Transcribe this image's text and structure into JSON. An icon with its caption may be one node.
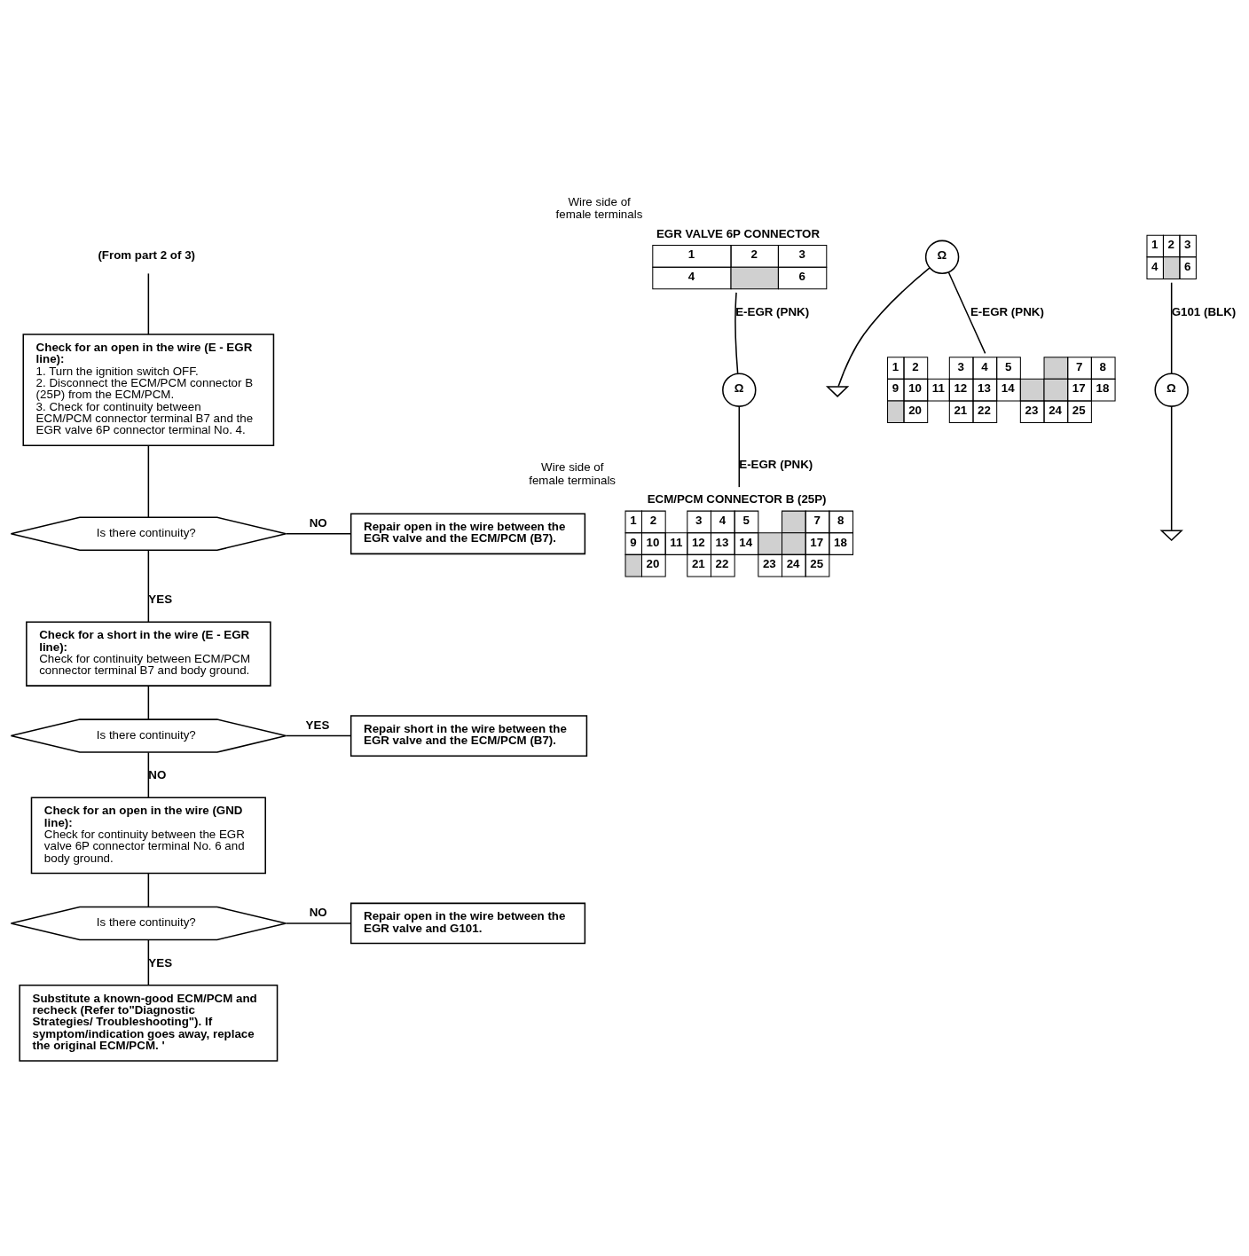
{
  "diagram": {
    "nodes": [
      {
        "text": [
          "(From part 2 of 3)"
        ]
      },
      {
        "text": [
          "Check for an open in the wire (E - EGR line):",
          "1. Turn the ignition switch OFF.",
          "2. Disconnect the ECM/PCM connector B (25P) from the ECM/PCM.",
          "3. Check for continuity between ECM/PCM connector terminal B7 and the EGR valve 6P connector terminal No. 4."
        ]
      },
      {
        "text": [
          "Is there continuity?"
        ]
      },
      {
        "text": [
          "Repair open in the wire between the EGR valve and the ECM/PCM (B7)."
        ]
      },
      {
        "text": [
          "Check for a short in the wire (E - EGR line):",
          "Check for continuity between ECM/PCM connector terminal B7 and body ground."
        ]
      },
      {
        "text": [
          "Is there continuity?"
        ]
      },
      {
        "text": [
          "Repair short in the wire between the EGR valve and the ECM/PCM (B7)."
        ]
      },
      {
        "text": [
          "Check for an open in the wire (GND line):",
          "Check for continuity between the EGR valve 6P connector terminal No. 6 and body ground."
        ]
      },
      {
        "text": [
          "Is there continuity?"
        ]
      },
      {
        "text": [
          "Repair open in the wire between the EGR valve and G101."
        ]
      },
      {
        "text": [
          "Substitute a known-good ECM/PCM and recheck (Refer to\"Diagnostic Strategies/ Troubleshooting\"). If symptom/indication goes away, replace the original ECM/PCM. '"
        ]
      },
      {
        "text": [
          "EGR VALVE 6P CONNECTOR",
          "1",
          "2",
          "3",
          "4",
          "6"
        ],
        "beside": [
          "Wire side of female terminals"
        ]
      },
      {
        "text": [
          "Ω"
        ]
      },
      {
        "text": [
          "ECM/PCM CONNECTOR B (25P)",
          "1",
          "2",
          "3",
          "4",
          "5",
          "7",
          "8",
          "9",
          "10",
          "11",
          "12",
          "13",
          "14",
          "17",
          "18",
          "20",
          "21",
          "22",
          "23",
          "24",
          "25"
        ],
        "beside": [
          "Wire side of female terminals"
        ]
      },
      {
        "text": [
          "Ω"
        ]
      },
      {
        "text": [],
        "shape": "ground"
      },
      {
        "text": [
          "1",
          "2",
          "3",
          "4",
          "5",
          "7",
          "8",
          "9",
          "10",
          "11",
          "12",
          "13",
          "14",
          "17",
          "18",
          "20",
          "21",
          "22",
          "23",
          "24",
          "25"
        ]
      },
      {
        "text": [
          "1",
          "2",
          "3",
          "4",
          "6"
        ]
      },
      {
        "text": [
          "Ω"
        ]
      },
      {
        "text": [],
        "shape": "ground"
      }
    ],
    "edges": [
      {
        "from": 0,
        "to": 1,
        "arrow": "none"
      },
      {
        "from": 1,
        "to": 2,
        "arrow": "none"
      },
      {
        "from": 2,
        "to": 3,
        "arrow": "none",
        "label": "NO"
      },
      {
        "from": 2,
        "to": 4,
        "arrow": "none",
        "label": "YES"
      },
      {
        "from": 4,
        "to": 5,
        "arrow": "none"
      },
      {
        "from": 5,
        "to": 6,
        "arrow": "none",
        "label": "YES"
      },
      {
        "from": 5,
        "to": 7,
        "arrow": "none",
        "label": "NO"
      },
      {
        "from": 7,
        "to": 8,
        "arrow": "none"
      },
      {
        "from": 8,
        "to": 9,
        "arrow": "none",
        "label": "NO"
      },
      {
        "from": 8,
        "to": 10,
        "arrow": "none",
        "label": "YES"
      },
      {
        "from": 11,
        "to": 12,
        "arrow": "none",
        "label": "E-EGR (PNK)"
      },
      {
        "from": 12,
        "to": 13,
        "arrow": "none",
        "label": "E-EGR (PNK)"
      },
      {
        "from": 14,
        "to": 16,
        "arrow": "none",
        "label": "E-EGR (PNK)"
      },
      {
        "from": 14,
        "to": 15,
        "arrow": "none"
      },
      {
        "from": 17,
        "to": 18,
        "arrow": "none",
        "label": "G101 (BLK)"
      },
      {
        "from": 18,
        "to": 19,
        "arrow": "none"
      }
    ]
  }
}
